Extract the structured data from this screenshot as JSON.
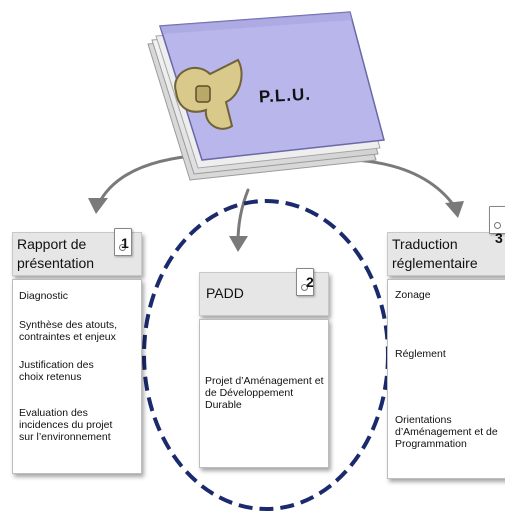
{
  "folder": {
    "label": "P.L.U."
  },
  "columns": [
    {
      "title": "Rapport de présentation",
      "number": "1",
      "items": [
        "Diagnostic",
        "Synthèse des atouts, contraintes et enjeux",
        "Justification des choix retenus",
        "Evaluation des incidences du projet sur l’environnement"
      ]
    },
    {
      "title": "PADD",
      "number": "2",
      "items": [
        "Projet d’Aménagement et de Développement Durable"
      ]
    },
    {
      "title": "Traduction réglementaire",
      "number": "3",
      "items": [
        "Zonage",
        "Réglement",
        "Orientations d’Aménagement et de Programmation"
      ]
    }
  ],
  "colors": {
    "folder_fill": "#b9b6ec",
    "dashed_ellipse": "#1a2a6c",
    "header_fill": "#e6e6e6",
    "arrow": "#777777"
  }
}
